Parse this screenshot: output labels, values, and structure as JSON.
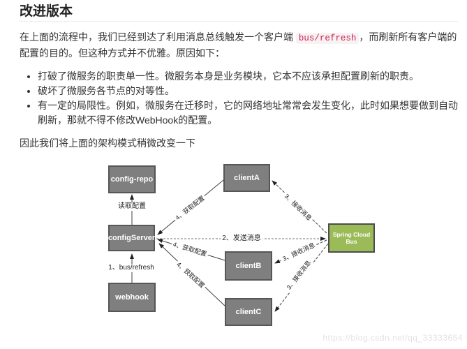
{
  "page": {
    "heading": "改进版本",
    "paragraph1": {
      "before": "在上面的流程中，我们已经到达了利用消息总线触发一个客户端 ",
      "code": "bus/refresh",
      "after": "，而刷新所有客户端的配置的目的。但这种方式并不优雅。原因如下："
    },
    "bullets": [
      "打破了微服务的职责单一性。微服务本身是业务模块，它本不应该承担配置刷新的职责。",
      "破坏了微服务各节点的对等性。",
      "有一定的局限性。例如，微服务在迁移时，它的网络地址常常会发生变化，此时如果想要做到自动刷新，那就不得不修改WebHook的配置。"
    ],
    "paragraph2": "因此我们将上面的架构模式稍微改变一下",
    "watermark": "https://blog.csdn.net/qq_33333654"
  },
  "diagram": {
    "nodes": {
      "config_repo": "config-repo",
      "config_server": "configServer",
      "webhook": "webhook",
      "client_a": "clientA",
      "client_b": "clientB",
      "client_c": "clientC",
      "bus": "Spring Cloud Bus"
    },
    "edge_labels": {
      "read_config": "读取配置",
      "bus_refresh": "1、bus/refresh",
      "send_message": "2、发送消息",
      "fetch_config_a": "4、获取配置",
      "fetch_config_b": "4、获取配置",
      "fetch_config_c": "4、获取配置",
      "receive_a": "3、接收消息",
      "receive_b": "3、接收消息",
      "receive_c": "3、接收消息"
    },
    "colors": {
      "node_fill": "#7f7f7f",
      "node_border": "#565656",
      "bus_fill": "#9bbb59",
      "code_color": "#c7254e",
      "code_bg": "#f9f2f4"
    }
  }
}
